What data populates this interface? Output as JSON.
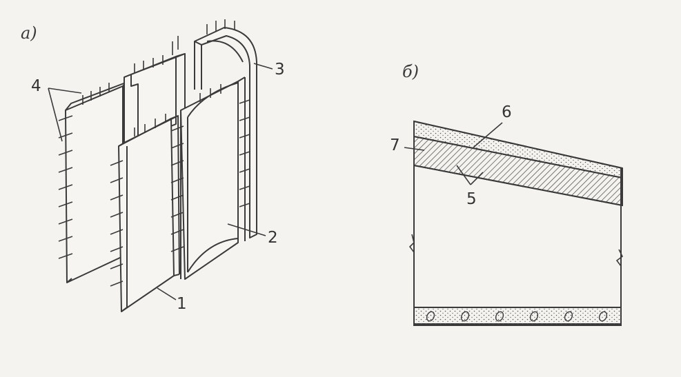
{
  "figure": {
    "panel_a": {
      "label": "a)"
    },
    "panel_b": {
      "label": "б)"
    },
    "callouts": {
      "c1": "1",
      "c2": "2",
      "c3": "3",
      "c4": "4",
      "c5": "5",
      "c6": "6",
      "c7": "7"
    }
  },
  "colors": {
    "paper": "#f4f3ef",
    "ink": "#3a3a3a",
    "dots": "#555555"
  }
}
